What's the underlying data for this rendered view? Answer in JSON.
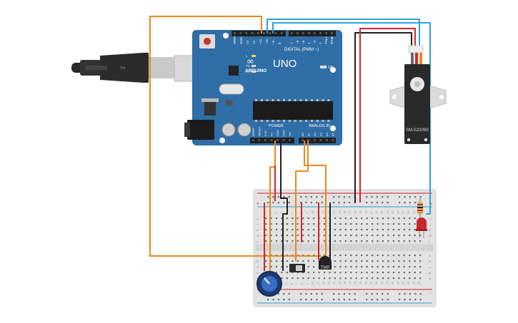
{
  "arduino": {
    "logo_text": "UNO",
    "brand_text": "ARDUINO",
    "header_label": "DIGITAL (PWM ~)",
    "power_label": "POWER",
    "analog_label": "ANALOG IN",
    "on_label": "ON",
    "led_labels": [
      "L",
      "TX",
      "RX"
    ],
    "power_pins": [
      "IOREF",
      "RESET",
      "3.3V",
      "5V",
      "GND",
      "GND",
      "Vin"
    ],
    "analog_pins": [
      "A0",
      "A1",
      "A2",
      "A3",
      "A4",
      "A5"
    ],
    "top_pins_left": [
      "AREF",
      "GND",
      "13",
      "12",
      "~11",
      "~10",
      "~9",
      "8"
    ],
    "top_pins_right": [
      "7",
      "~6",
      "~5",
      "4",
      "~3",
      "2",
      "TX▸1",
      "RX◂0"
    ]
  },
  "servo": {
    "label": "SM-S2309S"
  },
  "sensor": {
    "label": "TMP"
  },
  "breadboard": {
    "row_letters_top": [
      "j",
      "i",
      "h",
      "g",
      "f"
    ],
    "row_letters_bottom": [
      "e",
      "d",
      "c",
      "b",
      "a"
    ],
    "column_numbers": [
      "1",
      "2",
      "3",
      "4",
      "5",
      "6",
      "7",
      "8",
      "9",
      "10",
      "11",
      "12",
      "13",
      "14",
      "15",
      "16",
      "17",
      "18",
      "19",
      "20",
      "21",
      "22",
      "23",
      "24",
      "25",
      "26",
      "27",
      "28",
      "29",
      "30"
    ],
    "rail_plus": "+",
    "rail_minus": "-"
  },
  "colors": {
    "board": "#2f6ea6",
    "wire_orange": "#e8891b",
    "wire_blue": "#2aa3d8",
    "wire_red": "#d6252b",
    "wire_black": "#1f1f1f",
    "breadboard": "#e3e3e3"
  }
}
